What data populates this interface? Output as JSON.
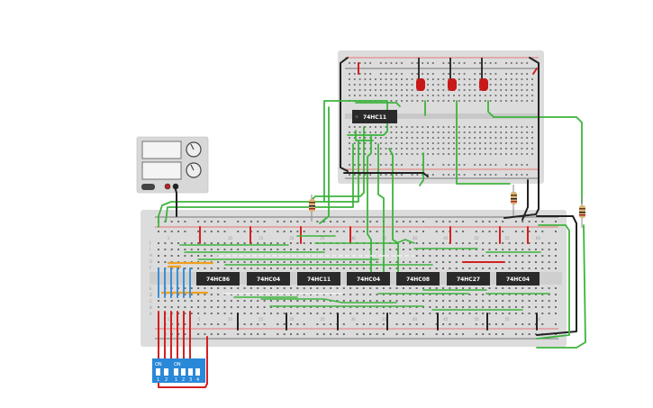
{
  "colors": {
    "breadboard": "#dcdcdc",
    "breadboard_inner": "#cfcfcf",
    "hole": "#555555",
    "rail_red": "#d22",
    "rail_black": "#222",
    "wire_green": "#3cb43c",
    "wire_red": "#d42020",
    "wire_black": "#222222",
    "wire_orange": "#f0a020",
    "wire_blue": "#3a8fd8",
    "wire_white": "#f2f2f2",
    "chip": "#2a2a2a",
    "led": "#c81818",
    "dip_switch": "#2a88d8",
    "psu": "#d8d8d8"
  },
  "upper_board": {
    "chips": [
      {
        "label": "74HC11"
      }
    ],
    "leds": [
      {
        "name": "led-1"
      },
      {
        "name": "led-2"
      },
      {
        "name": "led-3"
      }
    ]
  },
  "main_board": {
    "chips": [
      {
        "label": "74HC86"
      },
      {
        "label": "74HC04"
      },
      {
        "label": "74HC11"
      },
      {
        "label": "74HC04"
      },
      {
        "label": "74HC08"
      },
      {
        "label": "74HC27"
      },
      {
        "label": "74HC04"
      }
    ],
    "column_numbers": [
      "1",
      "5",
      "10",
      "15",
      "20",
      "25",
      "30",
      "35",
      "40",
      "45",
      "50",
      "55",
      "60"
    ],
    "row_letters_top": [
      "J",
      "I",
      "H",
      "G",
      "F"
    ],
    "row_letters_bottom": [
      "E",
      "D",
      "C",
      "B",
      "A"
    ]
  },
  "power_supply": {
    "display_1": "",
    "display_2": "",
    "terminal_neg": "−",
    "terminal_pos": "+"
  },
  "dip_switches": [
    {
      "on_label": "ON",
      "numbers": [
        "1",
        "2"
      ]
    },
    {
      "on_label": "ON",
      "numbers": [
        "1",
        "2",
        "3",
        "4"
      ]
    }
  ]
}
